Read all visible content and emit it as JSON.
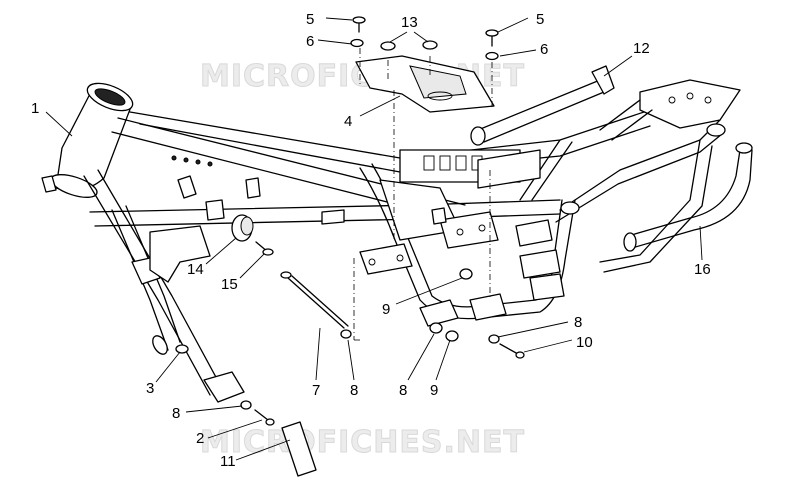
{
  "watermark": {
    "top": "MICROFICHES.NET",
    "bottom": "MICROFICHES.NET"
  },
  "callouts": [
    {
      "id": "c1",
      "label": "1"
    },
    {
      "id": "c2",
      "label": "2"
    },
    {
      "id": "c3",
      "label": "3"
    },
    {
      "id": "c4",
      "label": "4"
    },
    {
      "id": "c5a",
      "label": "5"
    },
    {
      "id": "c5b",
      "label": "5"
    },
    {
      "id": "c6a",
      "label": "6"
    },
    {
      "id": "c6b",
      "label": "6"
    },
    {
      "id": "c7",
      "label": "7"
    },
    {
      "id": "c8a",
      "label": "8"
    },
    {
      "id": "c8b",
      "label": "8"
    },
    {
      "id": "c8c",
      "label": "8"
    },
    {
      "id": "c8d",
      "label": "8"
    },
    {
      "id": "c9a",
      "label": "9"
    },
    {
      "id": "c9b",
      "label": "9"
    },
    {
      "id": "c10",
      "label": "10"
    },
    {
      "id": "c11",
      "label": "11"
    },
    {
      "id": "c12",
      "label": "12"
    },
    {
      "id": "c13",
      "label": "13"
    },
    {
      "id": "c14",
      "label": "14"
    },
    {
      "id": "c15",
      "label": "15"
    },
    {
      "id": "c16",
      "label": "16"
    }
  ]
}
